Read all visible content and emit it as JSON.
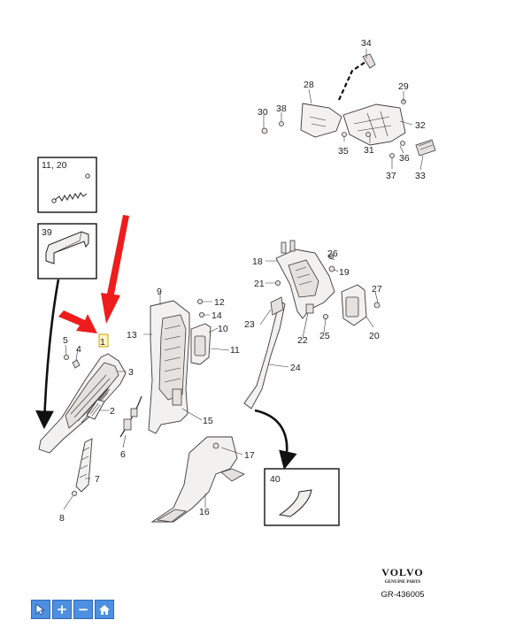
{
  "diagram": {
    "callouts": {
      "c1": "1",
      "c2": "2",
      "c3": "3",
      "c4": "4",
      "c5": "5",
      "c6": "6",
      "c7": "7",
      "c8": "8",
      "c9": "9",
      "c10": "10",
      "c11": "11",
      "c12": "12",
      "c13": "13",
      "c14": "14",
      "c15": "15",
      "c16": "16",
      "c17": "17",
      "c18": "18",
      "c19": "19",
      "c20": "20",
      "c21": "21",
      "c22": "22",
      "c23": "23",
      "c24": "24",
      "c25": "25",
      "c26": "26",
      "c27": "27",
      "c28": "28",
      "c29": "29",
      "c30": "30",
      "c31": "31",
      "c32": "32",
      "c33": "33",
      "c34": "34",
      "c35": "35",
      "c36": "36",
      "c37": "37",
      "c38": "38"
    },
    "box_spring": "11, 20",
    "box_handle": "39",
    "box_sealant": "40"
  },
  "brand": {
    "name": "VOLVO",
    "subtitle": "GENUINE PARTS",
    "reference": "GR-436005"
  },
  "toolbar": {
    "pointer_icon": "cursor-icon",
    "zoom_in": "+",
    "zoom_out": "−",
    "home_icon": "home-icon"
  },
  "colors": {
    "highlight_arrow": "#ee1c1c",
    "toolbar_button": "#4d8fe0"
  }
}
